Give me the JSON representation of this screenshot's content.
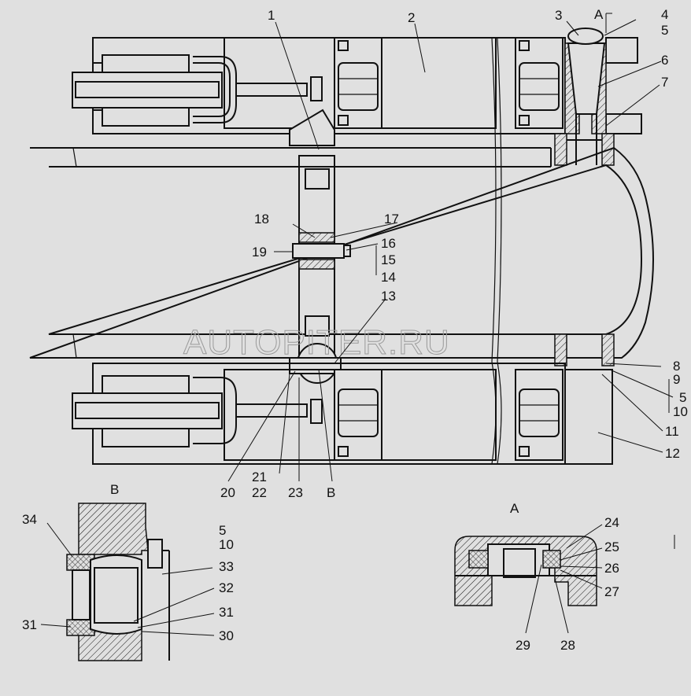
{
  "watermark": "AUTOPITER.RU",
  "main_view": {
    "labels": [
      "1",
      "2",
      "3",
      "A",
      "4",
      "5",
      "6",
      "7",
      "18",
      "17",
      "19",
      "16",
      "15",
      "14",
      "13",
      "8",
      "9",
      "5",
      "10",
      "11",
      "12",
      "20",
      "21",
      "22",
      "23",
      "B"
    ]
  },
  "detail_b": {
    "title": "B",
    "labels": [
      "34",
      "5",
      "10",
      "33",
      "32",
      "31",
      "31",
      "30"
    ]
  },
  "detail_a": {
    "title": "A",
    "labels": [
      "24",
      "25",
      "26",
      "27",
      "29",
      "28"
    ]
  }
}
